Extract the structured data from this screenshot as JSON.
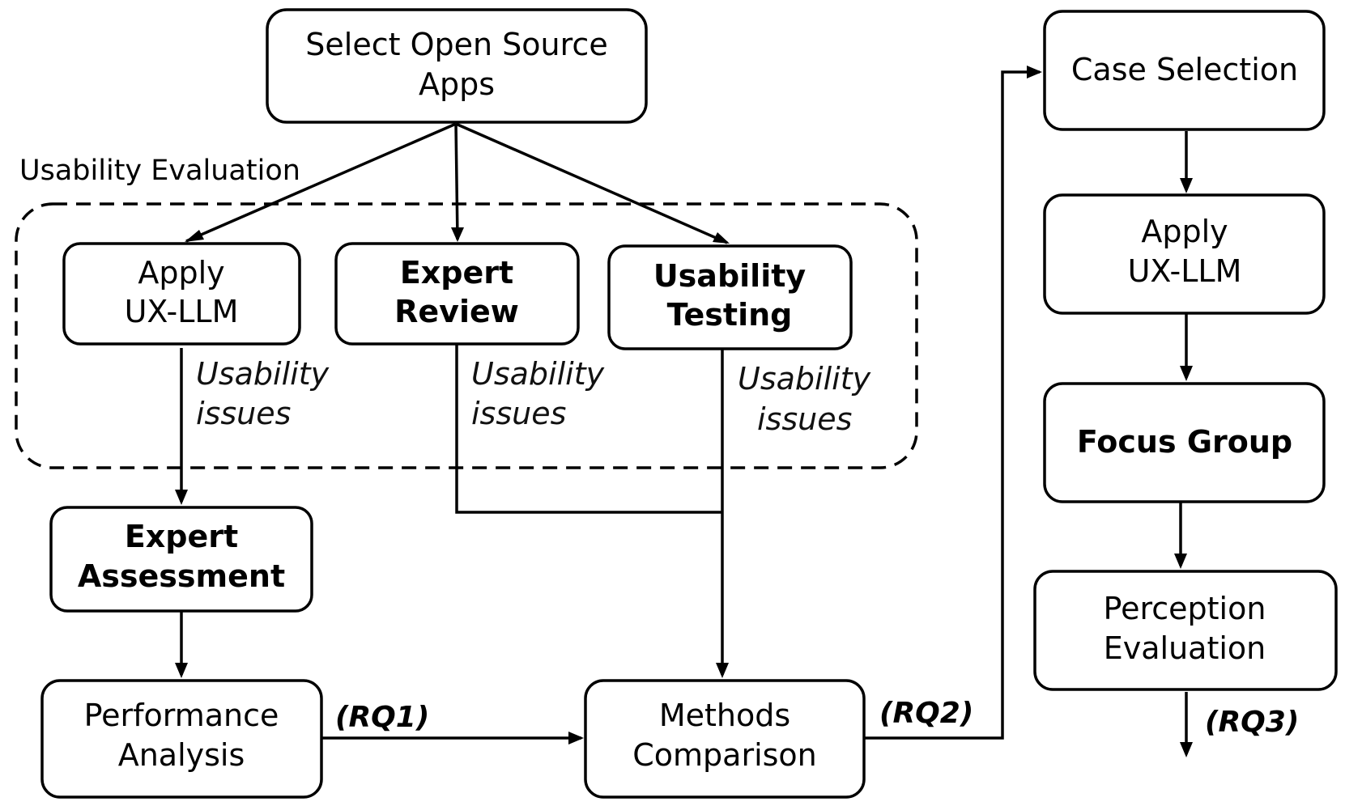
{
  "group": {
    "title": "Usability Evaluation"
  },
  "nodes": {
    "select_apps": {
      "line1": "Select Open Source",
      "line2": "Apps"
    },
    "apply_ux_llm": {
      "line1": "Apply",
      "line2": "UX-LLM"
    },
    "expert_review": {
      "line1": "Expert",
      "line2": "Review"
    },
    "usability_testing": {
      "line1": "Usability",
      "line2": "Testing"
    },
    "expert_assessment": {
      "line1": "Expert",
      "line2": "Assessment"
    },
    "performance_analysis": {
      "line1": "Performance",
      "line2": "Analysis"
    },
    "methods_comparison": {
      "line1": "Methods",
      "line2": "Comparison"
    },
    "case_selection": {
      "line1": "Case Selection"
    },
    "apply_ux_llm_2": {
      "line1": "Apply",
      "line2": "UX-LLM"
    },
    "focus_group": {
      "line1": "Focus Group"
    },
    "perception_evaluation": {
      "line1": "Perception",
      "line2": "Evaluation"
    }
  },
  "edge_labels": {
    "issues_1": {
      "line1": "Usability",
      "line2": "issues"
    },
    "issues_2": {
      "line1": "Usability",
      "line2": "issues"
    },
    "issues_3": {
      "line1": "Usability",
      "line2": "issues"
    },
    "rq1": "(RQ1)",
    "rq2": "(RQ2)",
    "rq3": "(RQ3)"
  }
}
